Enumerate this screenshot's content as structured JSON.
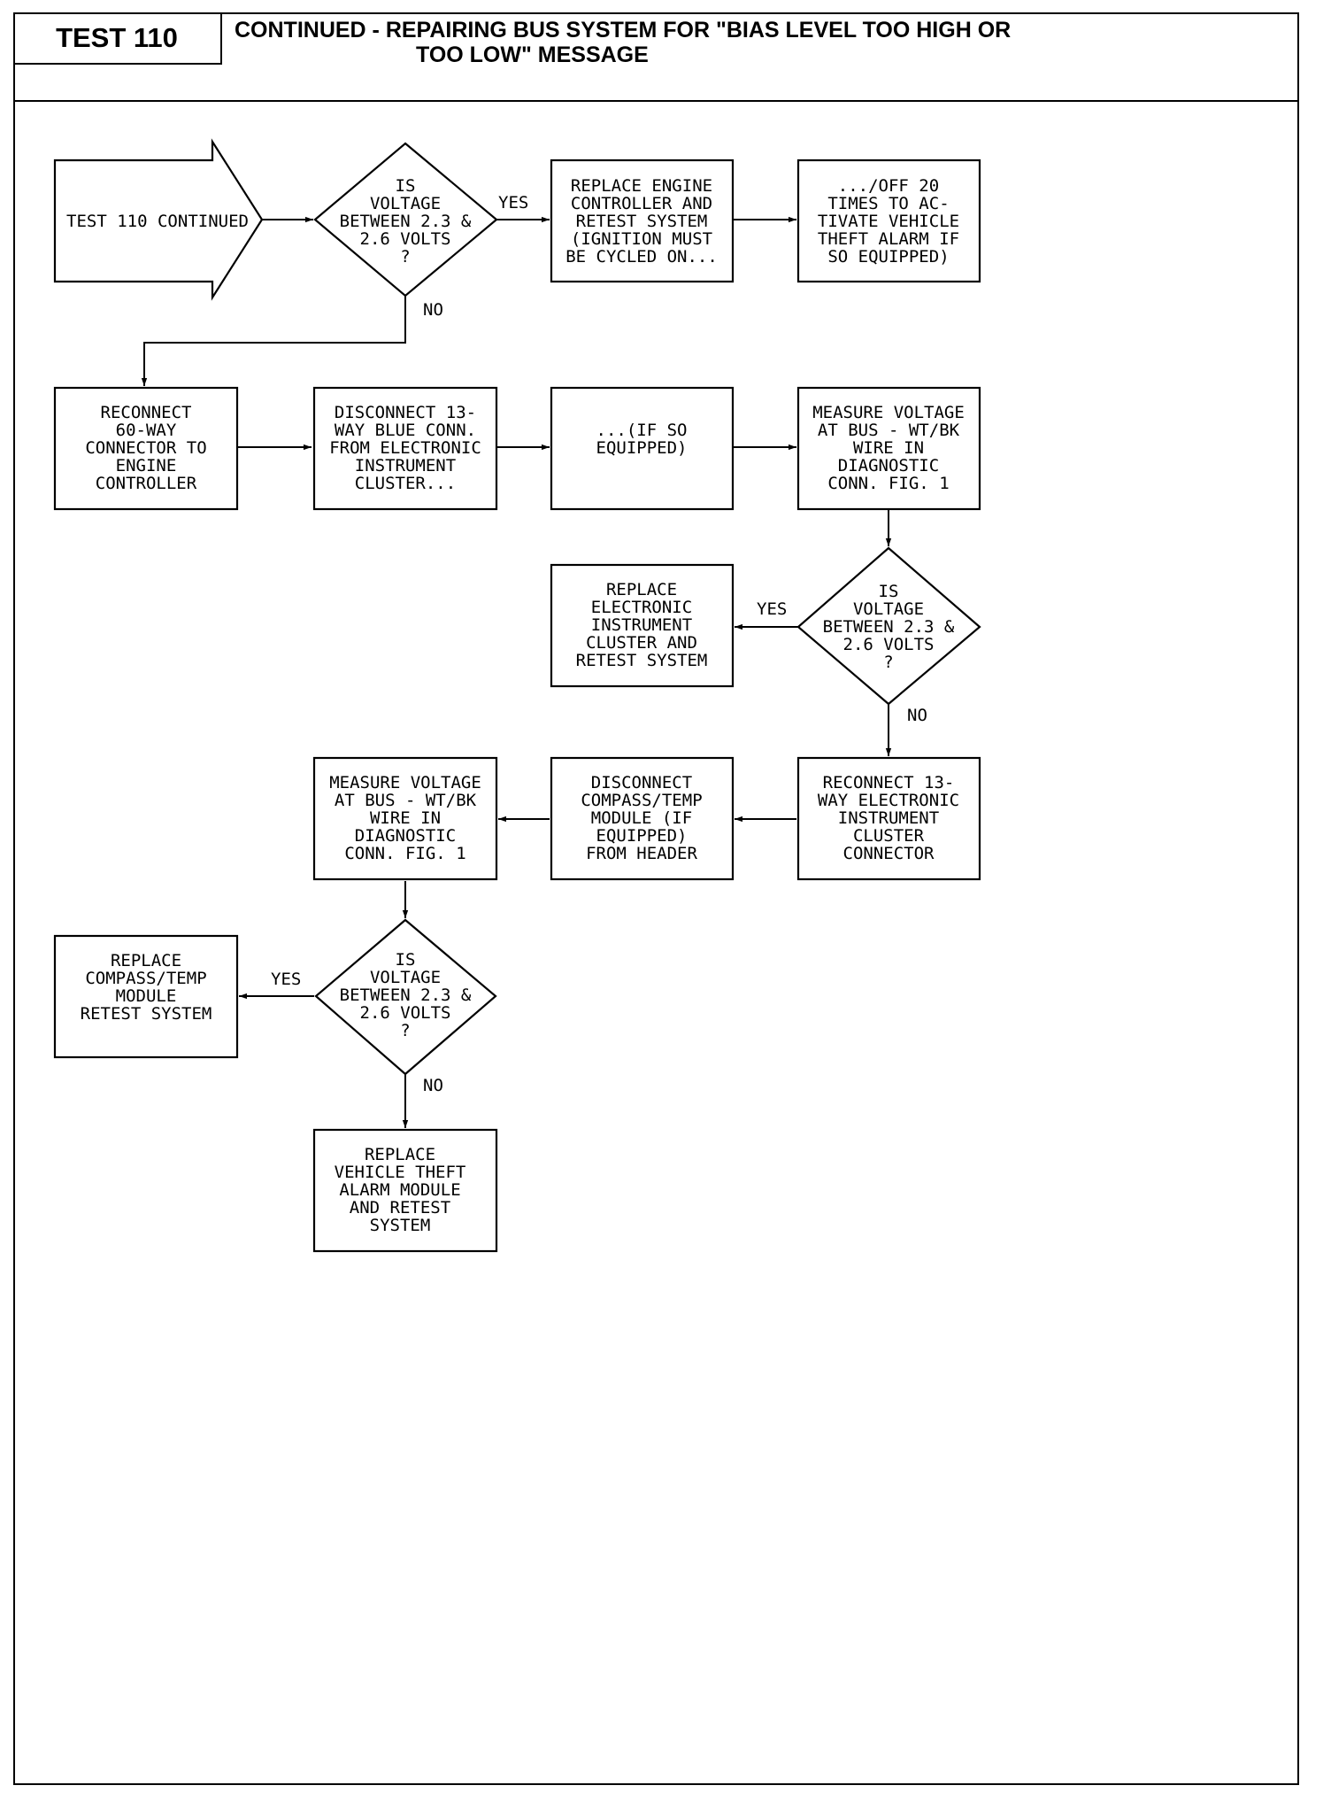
{
  "header": {
    "test_id": "TEST 110",
    "title_line1": "CONTINUED -  REPAIRING BUS SYSTEM FOR \"BIAS LEVEL TOO HIGH OR",
    "title_line2": "TOO LOW\" MESSAGE"
  },
  "nodes": {
    "entry_arrow": [
      "TEST 110 CONTINUED"
    ],
    "decision_1": [
      "IS",
      "VOLTAGE",
      "BETWEEN 2.3 &",
      "2.6 VOLTS",
      "?"
    ],
    "replace_engine_controller": [
      "REPLACE ENGINE",
      "CONTROLLER AND",
      "RETEST SYSTEM",
      "(IGNITION MUST",
      "BE CYCLED ON..."
    ],
    "off_20_times": [
      ".../OFF 20",
      "TIMES TO AC-",
      "TIVATE VEHICLE",
      "THEFT ALARM IF",
      "SO EQUIPPED)"
    ],
    "reconnect_60_way": [
      "RECONNECT",
      "60-WAY",
      "CONNECTOR TO",
      "ENGINE",
      "CONTROLLER"
    ],
    "disconnect_13_way_blue": [
      "DISCONNECT 13-",
      "WAY BLUE CONN.",
      "FROM ELECTRONIC",
      "INSTRUMENT",
      "CLUSTER..."
    ],
    "if_so_equipped": [
      "...(IF SO",
      "EQUIPPED)"
    ],
    "measure_voltage_1": [
      "MEASURE VOLTAGE",
      "AT BUS - WT/BK",
      "WIRE IN",
      "DIAGNOSTIC",
      "CONN. FIG. 1"
    ],
    "decision_2": [
      "IS",
      "VOLTAGE",
      "BETWEEN 2.3 &",
      "2.6 VOLTS",
      "?"
    ],
    "replace_cluster": [
      "REPLACE",
      "ELECTRONIC",
      "INSTRUMENT",
      "CLUSTER AND",
      "RETEST SYSTEM"
    ],
    "reconnect_13_way": [
      "RECONNECT 13-",
      "WAY ELECTRONIC",
      "INSTRUMENT",
      "CLUSTER",
      "CONNECTOR"
    ],
    "disconnect_compass": [
      "DISCONNECT",
      "COMPASS/TEMP",
      "MODULE (IF",
      "EQUIPPED)",
      "FROM HEADER"
    ],
    "measure_voltage_2": [
      "MEASURE VOLTAGE",
      "AT BUS - WT/BK",
      "WIRE IN",
      "DIAGNOSTIC",
      "CONN. FIG. 1"
    ],
    "decision_3": [
      "IS",
      "VOLTAGE",
      "BETWEEN 2.3 &",
      "2.6 VOLTS",
      "?"
    ],
    "replace_compass": [
      "REPLACE",
      "COMPASS/TEMP",
      "MODULE",
      "RETEST SYSTEM"
    ],
    "replace_theft_alarm": [
      "REPLACE",
      "VEHICLE THEFT",
      "ALARM MODULE",
      "AND RETEST",
      "SYSTEM"
    ]
  },
  "edge_labels": {
    "d1_yes": "YES",
    "d1_no": "NO",
    "d2_yes": "YES",
    "d2_no": "NO",
    "d3_yes": "YES",
    "d3_no": "NO"
  }
}
